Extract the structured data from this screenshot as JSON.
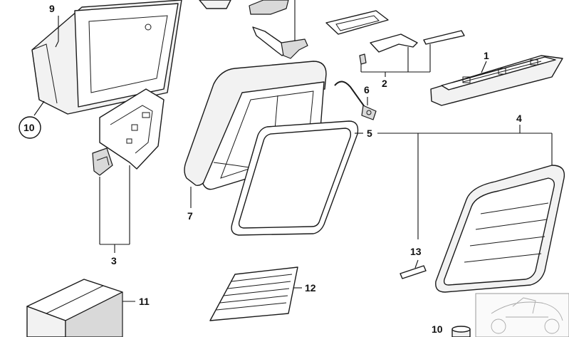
{
  "diagram": {
    "callouts": {
      "c1": "1",
      "c2": "2",
      "c3": "3",
      "c4": "4",
      "c5": "5",
      "c6": "6",
      "c7": "7",
      "c9": "9",
      "c10_circled": "10",
      "c10_bottom": "10",
      "c11": "11",
      "c12": "12",
      "c13": "13"
    }
  }
}
